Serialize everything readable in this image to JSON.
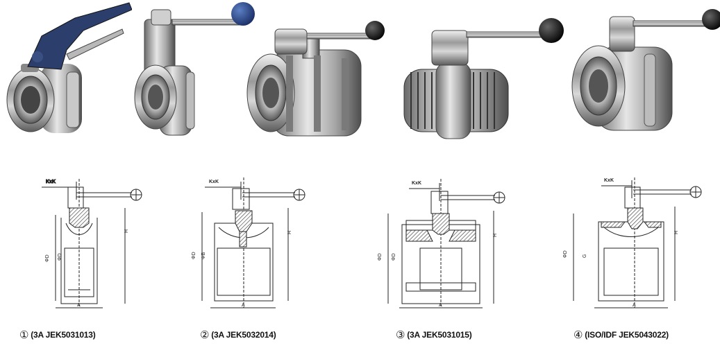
{
  "valves": [
    {
      "caption_number": "①",
      "caption_text": "(3A JEK5031013)",
      "label_kxk": "KxK",
      "label_outer": "ΦD",
      "label_inner": "ΦD",
      "label_height": "H",
      "label_width": "A"
    },
    {
      "caption_number": "②",
      "caption_text": "(3A JEK5032014)",
      "label_kxk": "KxK",
      "label_outer": "ΦD",
      "label_inner": "ΦB",
      "label_height": "H",
      "label_width": "A"
    },
    {
      "caption_number": "③",
      "caption_text": "(3A JEK5031015)",
      "label_kxk": "KxK",
      "label_outer": "ΦD",
      "label_inner": "ΦD",
      "label_height": "H",
      "label_width": "A"
    },
    {
      "caption_number": "④",
      "caption_text": "(ISO/IDF JEK5043022)",
      "label_kxk": "KxK",
      "label_outer": "ΦD",
      "label_inner": "G",
      "label_height": "H",
      "label_width": "A"
    }
  ]
}
